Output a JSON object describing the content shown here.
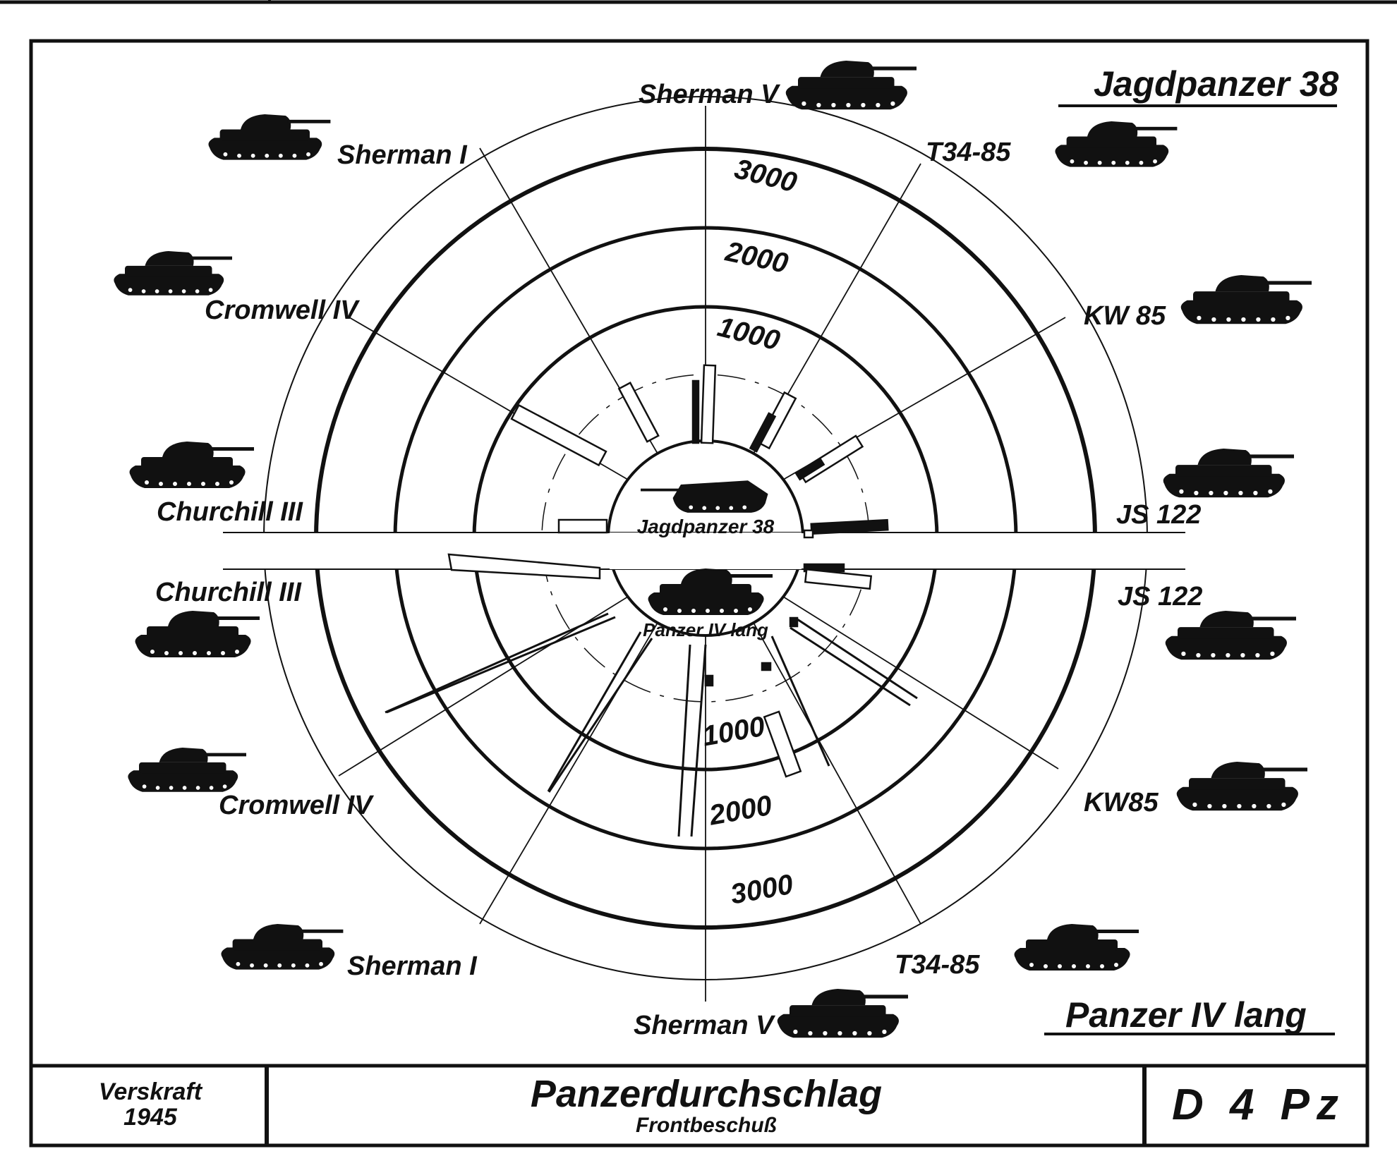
{
  "header_top": {
    "title_top": "Jagdpanzer 38",
    "title_bottom": "Panzer IV lang"
  },
  "center": {
    "upper_label": "Jagdpanzer 38",
    "lower_label": "Panzer IV lang"
  },
  "rings": {
    "upper": [
      "1000",
      "2000",
      "3000"
    ],
    "lower": [
      "1000",
      "2000",
      "3000"
    ]
  },
  "targets_upper": {
    "left": [
      "Sherman I",
      "Cromwell IV",
      "Churchill III"
    ],
    "top": "Sherman V",
    "right": [
      "T34-85",
      "KW 85",
      "JS 122"
    ]
  },
  "targets_lower": {
    "left": [
      "Churchill III",
      "Cromwell IV",
      "Sherman I"
    ],
    "bottom": "Sherman V",
    "right": [
      "JS 122",
      "KW85",
      "T34-85"
    ]
  },
  "footer": {
    "left_line1": "Verskraft",
    "left_line2": "1945",
    "center_title": "Panzerdurchschlag",
    "center_subtitle": "Frontbeschuß",
    "right_code": "D 4  Pz"
  },
  "colors": {
    "ink": "#111111",
    "paper": "#ffffff"
  },
  "icons": [
    "tank-silhouette-icon",
    "tank-destroyer-icon"
  ]
}
